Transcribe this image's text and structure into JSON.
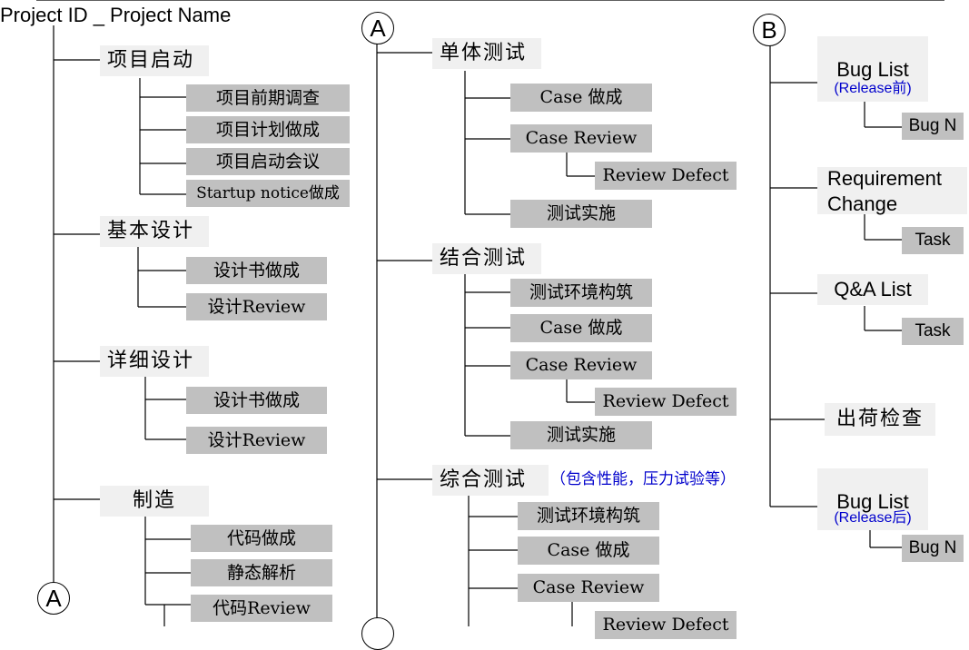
{
  "title": "Project ID _ Project Name",
  "connectors": {
    "a": "A",
    "b": "B"
  },
  "col1": {
    "kickoff": {
      "label": "项目启动",
      "items": [
        "项目前期调查",
        "项目计划做成",
        "项目启动会议",
        "Startup notice做成"
      ]
    },
    "basic_design": {
      "label": "基本设计",
      "items": [
        "设计书做成",
        "设计Review"
      ]
    },
    "detail_design": {
      "label": "详细设计",
      "items": [
        "设计书做成",
        "设计Review"
      ]
    },
    "build": {
      "label": "制造",
      "items": [
        "代码做成",
        "静态解析",
        "代码Review"
      ]
    }
  },
  "col2": {
    "unit_test": {
      "label": "单体测试",
      "case_make": "Case 做成",
      "case_review": "Case Review",
      "review_defect": "Review Defect",
      "test_run": "测试实施"
    },
    "integration_test": {
      "label": "结合测试",
      "env_build": "测试环境构筑",
      "case_make": "Case 做成",
      "case_review": "Case Review",
      "review_defect": "Review Defect",
      "test_run": "测试实施"
    },
    "system_test": {
      "label": "综合测试",
      "note": "（包含性能，压力试验等）",
      "env_build": "测试环境构筑",
      "case_make": "Case 做成",
      "case_review": "Case Review",
      "review_defect": "Review Defect"
    }
  },
  "col3": {
    "bug_list_pre": {
      "label": "Bug List",
      "sub": "(Release前)",
      "child": "Bug N"
    },
    "req_change": {
      "line1": "Requirement",
      "line2": "Change",
      "child": "Task"
    },
    "qa_list": {
      "label": "Q&A List",
      "child": "Task"
    },
    "shipping_check": {
      "label": "出荷检查"
    },
    "bug_list_post": {
      "label": "Bug List",
      "sub": "(Release后)",
      "child": "Bug N"
    }
  }
}
